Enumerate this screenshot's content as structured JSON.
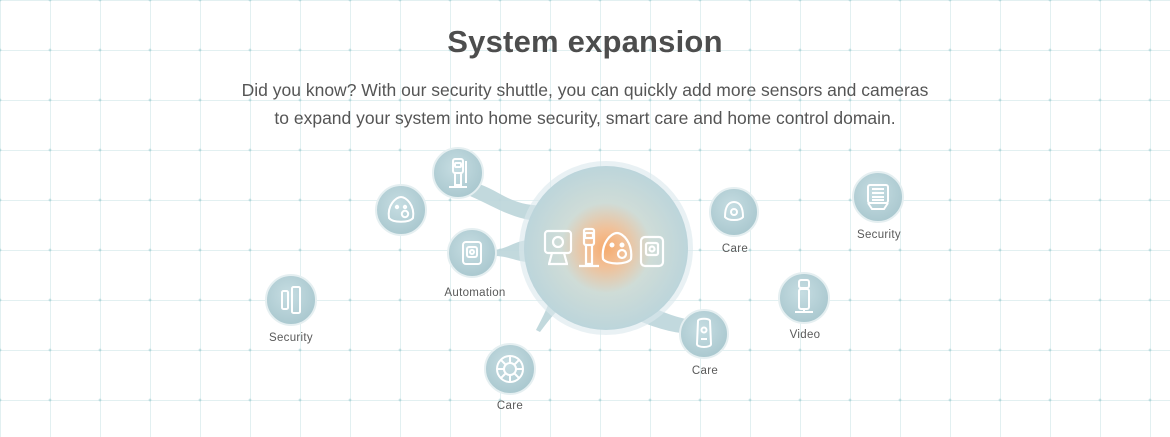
{
  "header": {
    "title": "System expansion",
    "subtitle_line1": "Did you know? With our security shuttle, you can quickly add more sensors and cameras",
    "subtitle_line2": "to expand your system into home security, smart care and home control domain."
  },
  "colors": {
    "node_fill": "#b8d3d9",
    "node_stroke": "#e6f0f2",
    "hub_fill": "#c4dbe0",
    "hub_glow": "#f4b27c",
    "icon_white": "#ffffff",
    "grid": "#cfe6e8"
  },
  "hub": {
    "icons": [
      "camera-icon",
      "door-sensor-icon",
      "smoke-detector-icon",
      "indoor-camera-icon"
    ]
  },
  "nodes": [
    {
      "id": "door-sensor",
      "icon": "door-sensor-icon",
      "label": ""
    },
    {
      "id": "smoke-detector",
      "icon": "smoke-detector-icon",
      "label": ""
    },
    {
      "id": "automation",
      "icon": "smart-plug-icon",
      "label": "Automation"
    },
    {
      "id": "security-left",
      "icon": "window-sensor-icon",
      "label": "Security"
    },
    {
      "id": "care-bottom",
      "icon": "water-sensor-icon",
      "label": "Care"
    },
    {
      "id": "care-top",
      "icon": "button-icon",
      "label": "Care"
    },
    {
      "id": "care-right",
      "icon": "panic-remote-icon",
      "label": "Care"
    },
    {
      "id": "video",
      "icon": "outdoor-camera-icon",
      "label": "Video"
    },
    {
      "id": "security-right",
      "icon": "keypad-icon",
      "label": "Security"
    }
  ]
}
